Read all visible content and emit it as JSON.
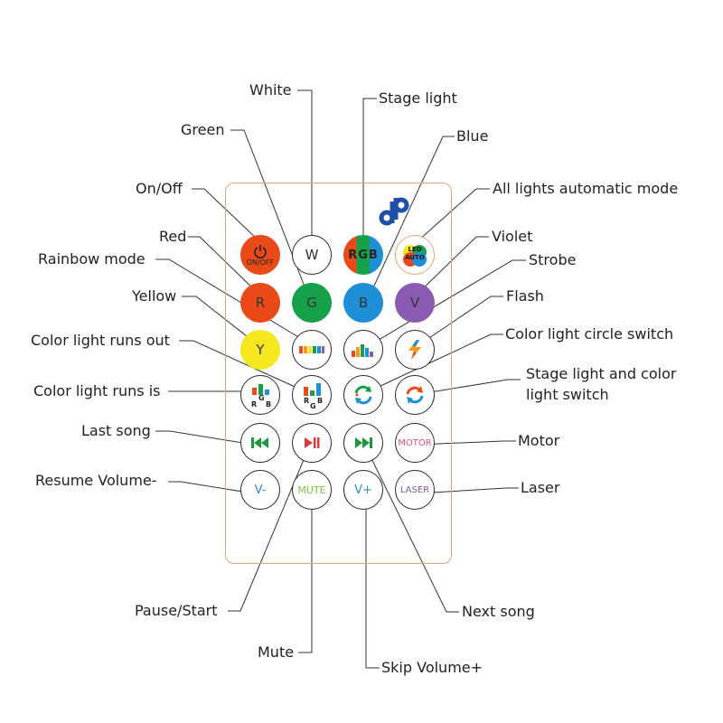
{
  "labels": {
    "white": "White",
    "stage_light": "Stage light",
    "green": "Green",
    "blue": "Blue",
    "on_off": "On/Off",
    "all_auto": "All lights automatic mode",
    "red": "Red",
    "violet": "Violet",
    "rainbow": "Rainbow mode",
    "strobe": "Strobe",
    "yellow": "Yellow",
    "flash": "Flash",
    "runs_out": "Color light runs out",
    "circle_switch": "Color light circle switch",
    "runs_is": "Color light runs is",
    "stage_color_switch_1": "Stage light and color",
    "stage_color_switch_2": "light switch",
    "last_song": "Last song",
    "motor": "Motor",
    "resume_vol": "Resume Volume-",
    "laser": "Laser",
    "pause_start": "Pause/Start",
    "next_song": "Next song",
    "mute": "Mute",
    "skip_vol": "Skip Volume+"
  },
  "buttons": {
    "w": "W",
    "r": "R",
    "g": "G",
    "b": "B",
    "v": "V",
    "y": "Y",
    "on_off_text": "ON/OFF",
    "rgb_r": "R",
    "rgb_g": "G",
    "rgb_b": "B",
    "led": "LED",
    "auto": "AUTO",
    "motor": "MOTOR",
    "laser": "LASER",
    "vminus": "V-",
    "mute": "MUTE",
    "vplus": "V+",
    "runs_is_r": "R",
    "runs_is_g": "G",
    "runs_is_b": "B",
    "runs_out_r": "R",
    "runs_out_g": "G",
    "runs_out_b": "B"
  },
  "colors": {
    "red": "#e94a18",
    "green": "#16a04a",
    "blue": "#1e8fd6",
    "violet": "#8a5bb3",
    "yellow": "#f6e81e",
    "logo": "#1f4fa8",
    "remote_border": "#e8a27c",
    "media_green": "#1a9a3c",
    "media_red": "#e2393a",
    "motor_pink": "#e64d8a",
    "laser_purple": "#7b5aa8",
    "vol_blue": "#2f8bd3",
    "mute_green": "#7fc241"
  }
}
